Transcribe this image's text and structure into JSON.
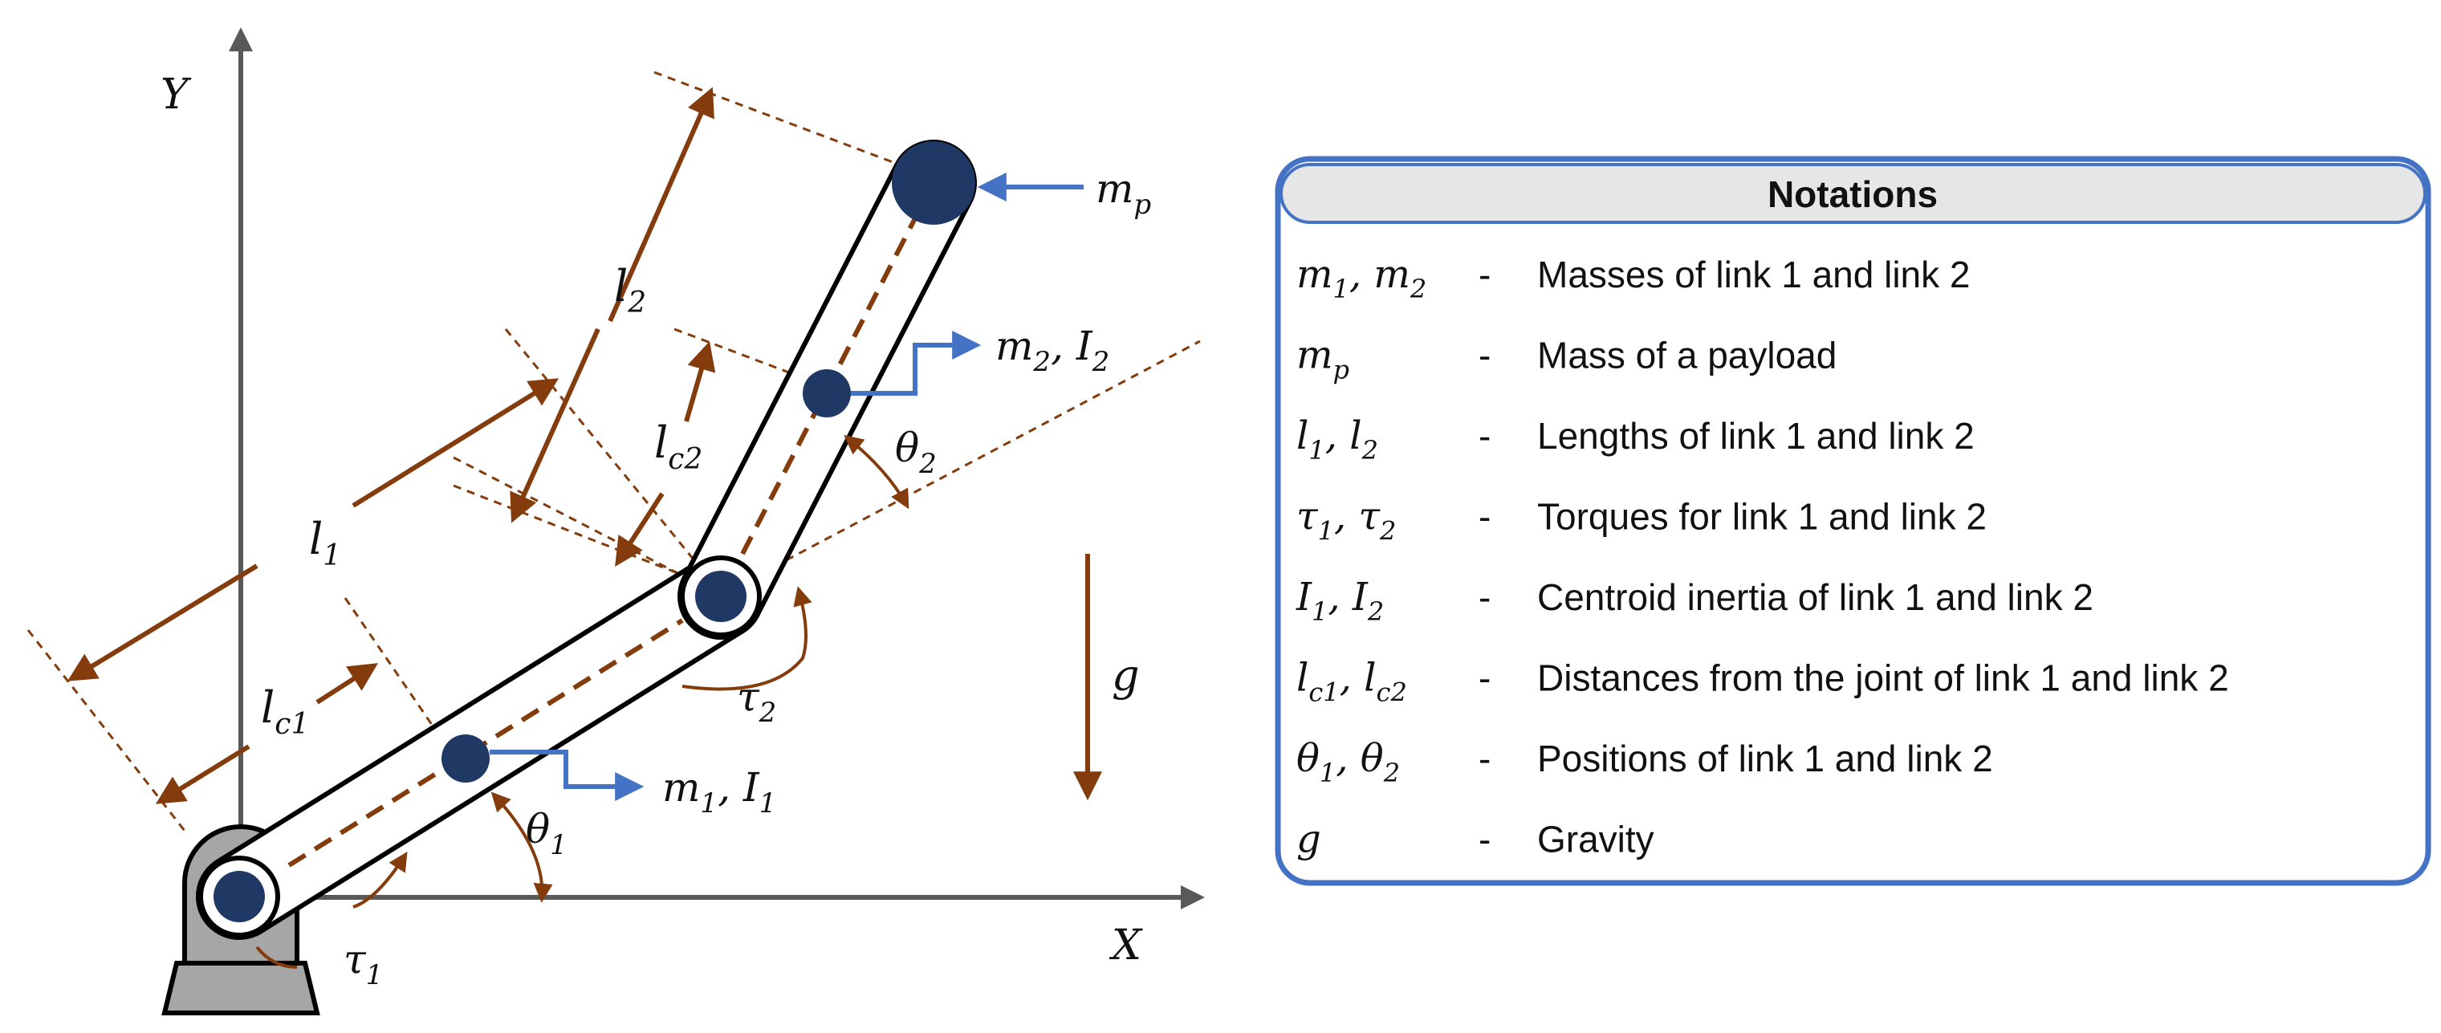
{
  "diagram": {
    "axes": {
      "x_label": "X",
      "y_label": "Y"
    },
    "labels": {
      "l1": "l",
      "l1_sub": "1",
      "l2": "l",
      "l2_sub": "2",
      "lc1": "l",
      "lc1_sub": "c1",
      "lc2": "l",
      "lc2_sub": "c2",
      "theta1": "θ",
      "theta1_sub": "1",
      "theta2": "θ",
      "theta2_sub": "2",
      "tau1": "τ",
      "tau1_sub": "1",
      "tau2": "τ",
      "tau2_sub": "2",
      "g": "g",
      "mp": "m",
      "mp_sub": "p",
      "m1I1_a": "m",
      "m1I1_a_sub": "1",
      "m1I1_b": ", I",
      "m1I1_b_sub": "1",
      "m2I2_a": "m",
      "m2I2_a_sub": "2",
      "m2I2_b": ", I",
      "m2I2_b_sub": "2"
    }
  },
  "notations": {
    "title": "Notations",
    "rows": [
      {
        "sym": "m",
        "s1": "1",
        "mid": ", m",
        "s2": "2",
        "dash": "-",
        "desc": "Masses of link 1 and link 2"
      },
      {
        "sym": "m",
        "s1": "p",
        "mid": "",
        "s2": "",
        "dash": "-",
        "desc": "Mass of a payload"
      },
      {
        "sym": "l",
        "s1": "1",
        "mid": ", l",
        "s2": "2",
        "dash": "-",
        "desc": "Lengths of link 1 and link 2"
      },
      {
        "sym": "τ",
        "s1": "1",
        "mid": ", τ",
        "s2": "2",
        "dash": "-",
        "desc": "Torques for link 1 and link 2"
      },
      {
        "sym": "I",
        "s1": "1",
        "mid": ", I",
        "s2": "2",
        "dash": "-",
        "desc": "Centroid inertia of link 1 and link 2"
      },
      {
        "sym": "l",
        "s1": "c1",
        "mid": ", l",
        "s2": "c2",
        "dash": "-",
        "desc": "Distances from the joint of link 1 and link 2"
      },
      {
        "sym": "θ",
        "s1": "1",
        "mid": ", θ",
        "s2": "2",
        "dash": "-",
        "desc": "Positions of link 1 and link 2"
      },
      {
        "sym": "g",
        "s1": "",
        "mid": "",
        "s2": "",
        "dash": "-",
        "desc": "Gravity"
      }
    ]
  },
  "colors": {
    "axis": "#595959",
    "dimension": "#843c0c",
    "mass": "#1f3864",
    "pointer": "#4472c4",
    "base_fill": "#a6a6a6",
    "table_border": "#4472c4",
    "header_fill": "#e7e6e6"
  }
}
